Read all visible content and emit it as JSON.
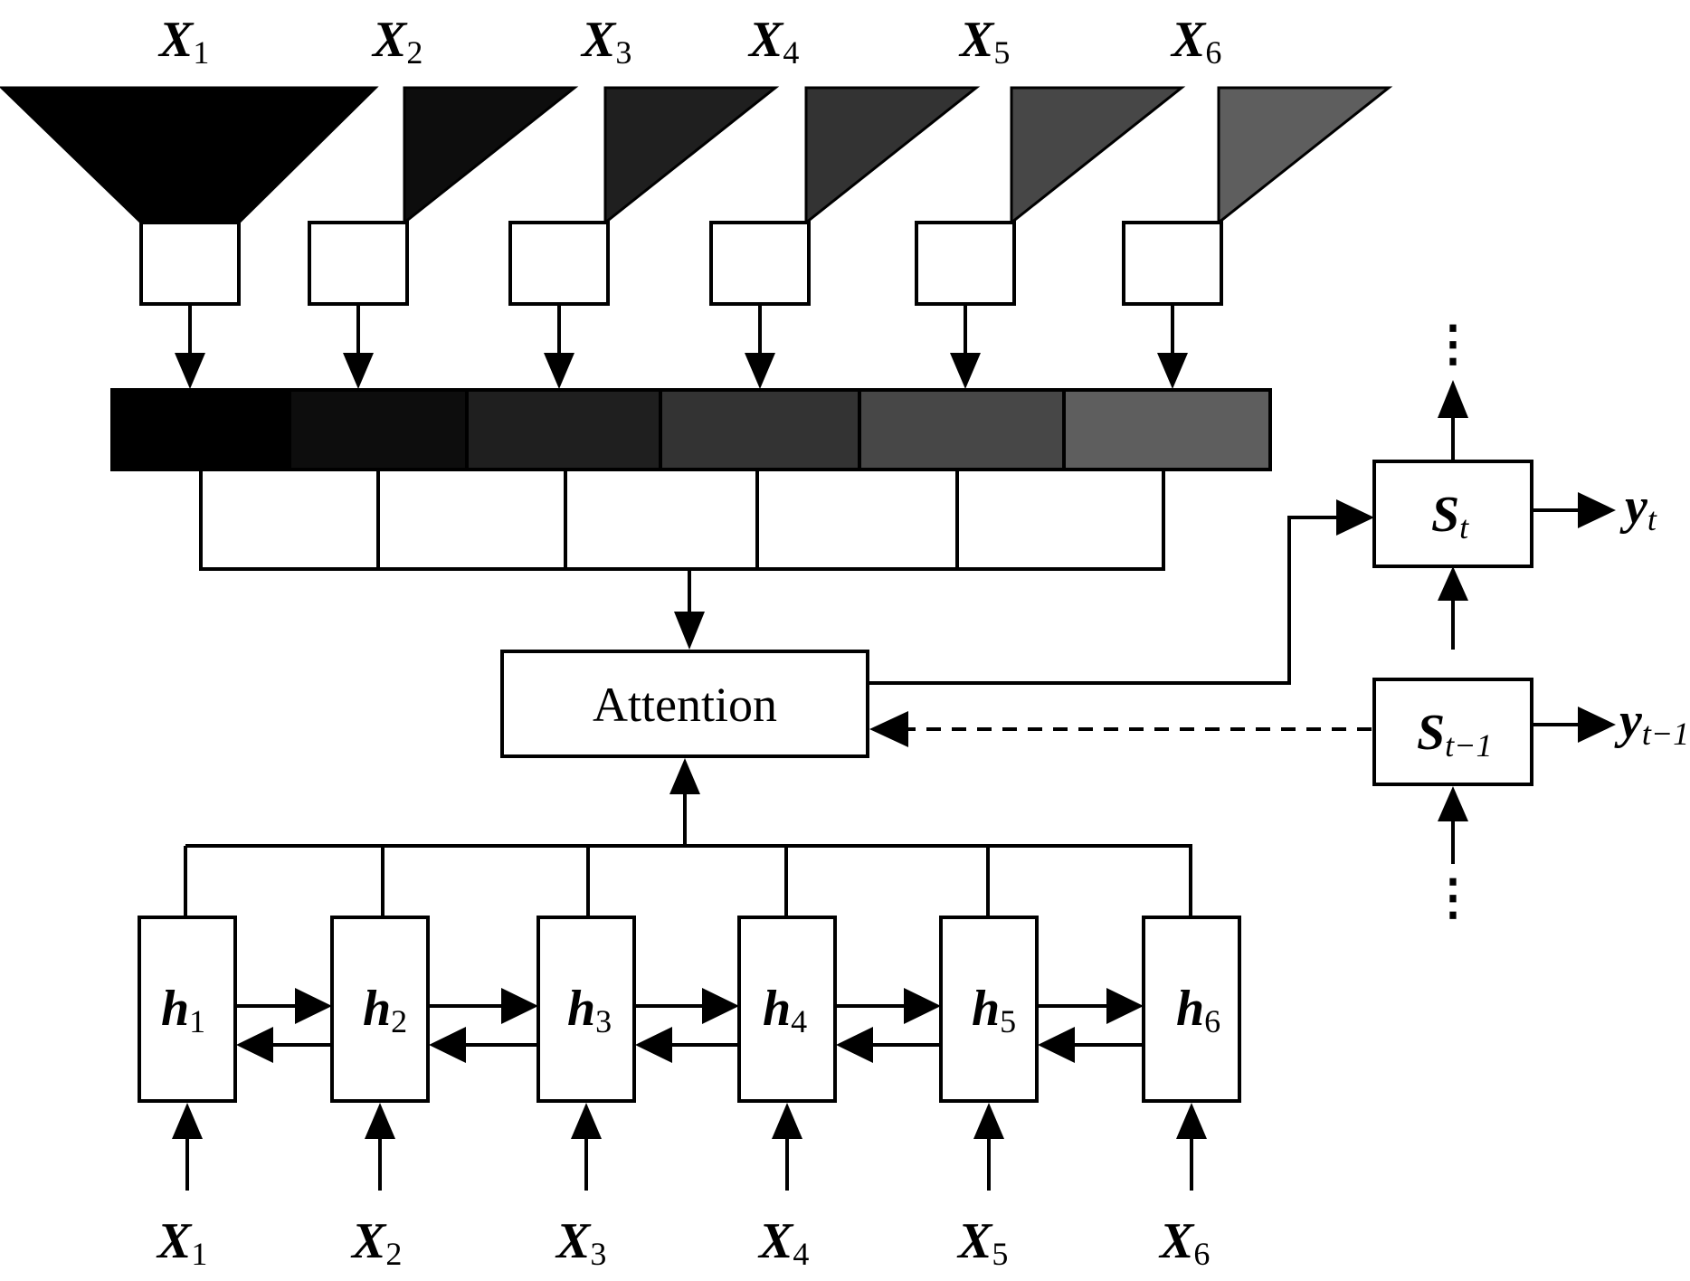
{
  "colors": {
    "line": "#000000",
    "background": "#ffffff",
    "shades": [
      "#000000",
      "#0d0d0d",
      "#1f1f1f",
      "#333333",
      "#474747",
      "#5e5e5e"
    ]
  },
  "top_inputs": [
    {
      "var": "X",
      "sub": "1"
    },
    {
      "var": "X",
      "sub": "2"
    },
    {
      "var": "X",
      "sub": "3"
    },
    {
      "var": "X",
      "sub": "4"
    },
    {
      "var": "X",
      "sub": "5"
    },
    {
      "var": "X",
      "sub": "6"
    }
  ],
  "attention": {
    "label": "Attention"
  },
  "hidden_states": [
    {
      "var": "h",
      "sub": "1"
    },
    {
      "var": "h",
      "sub": "2"
    },
    {
      "var": "h",
      "sub": "3"
    },
    {
      "var": "h",
      "sub": "4"
    },
    {
      "var": "h",
      "sub": "5"
    },
    {
      "var": "h",
      "sub": "6"
    }
  ],
  "bottom_inputs": [
    {
      "var": "X",
      "sub": "1"
    },
    {
      "var": "X",
      "sub": "2"
    },
    {
      "var": "X",
      "sub": "3"
    },
    {
      "var": "X",
      "sub": "4"
    },
    {
      "var": "X",
      "sub": "5"
    },
    {
      "var": "X",
      "sub": "6"
    }
  ],
  "decoder": {
    "current": {
      "var": "S",
      "sub": "t"
    },
    "previous": {
      "var": "S",
      "sub": "t−1"
    },
    "output_current": {
      "var": "y",
      "sub": "t"
    },
    "output_previous": {
      "var": "y",
      "sub": "t−1"
    },
    "ellipsis": "⋮"
  }
}
